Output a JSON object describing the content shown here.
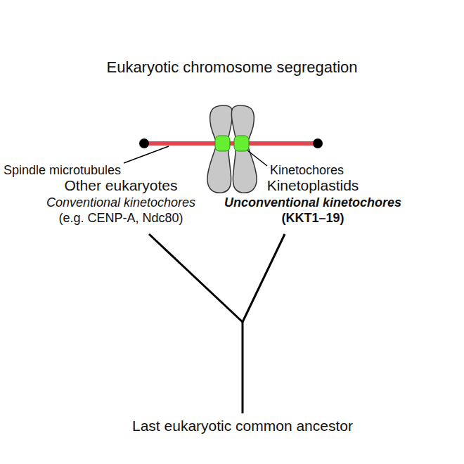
{
  "diagram": {
    "title": "Eukaryotic chromosome segregation",
    "labels": [
      "Spindle microtubules",
      "Kinetochores",
      "Other eukaryotes",
      "Conventional kinetochores",
      "(e.g. CENP-A, Ndc80)",
      "Kinetoplastids",
      "Unconventional kinetochores",
      "(KKT1–19)",
      "Last eukaryotic common ancestor"
    ]
  }
}
